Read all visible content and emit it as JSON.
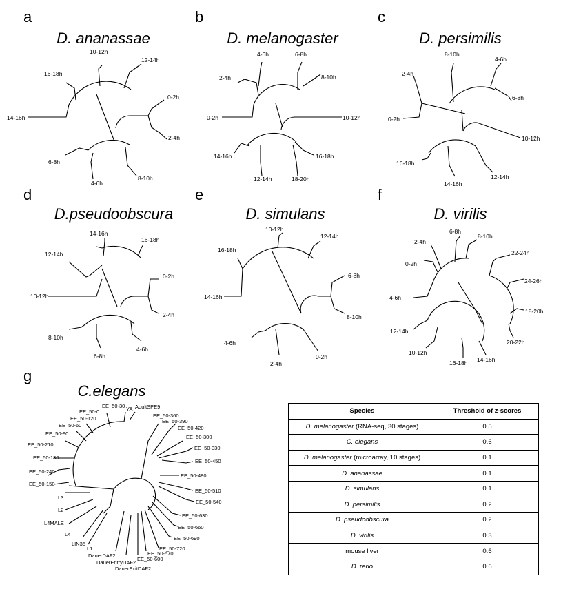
{
  "panels": {
    "a": {
      "letter": "a",
      "title": "D. ananassae"
    },
    "b": {
      "letter": "b",
      "title": "D. melanogaster"
    },
    "c": {
      "letter": "c",
      "title": "D. persimilis"
    },
    "d": {
      "letter": "d",
      "title": "D.pseudoobscura"
    },
    "e": {
      "letter": "e",
      "title": "D. simulans"
    },
    "f": {
      "letter": "f",
      "title": "D. virilis"
    },
    "g": {
      "letter": "g",
      "title": "C.elegans"
    }
  },
  "leaves": {
    "a": [
      "10-12h",
      "12-14h",
      "16-18h",
      "14-16h",
      "0-2h",
      "2-4h",
      "6-8h",
      "4-6h",
      "8-10h"
    ],
    "b": [
      "4-6h",
      "6-8h",
      "2-4h",
      "8-10h",
      "0-2h",
      "10-12h",
      "14-16h",
      "16-18h",
      "12-14h",
      "18-20h"
    ],
    "c": [
      "8-10h",
      "2-4h",
      "4-6h",
      "6-8h",
      "0-2h",
      "10-12h",
      "16-18h",
      "12-14h",
      "14-16h"
    ],
    "d": [
      "14-16h",
      "16-18h",
      "12-14h",
      "10-12h",
      "0-2h",
      "2-4h",
      "8-10h",
      "6-8h",
      "4-6h"
    ],
    "e": [
      "10-12h",
      "12-14h",
      "16-18h",
      "14-16h",
      "6-8h",
      "8-10h",
      "4-6h",
      "2-4h",
      "0-2h"
    ],
    "f": [
      "6-8h",
      "8-10h",
      "2-4h",
      "22-24h",
      "0-2h",
      "24-26h",
      "4-6h",
      "18-20h",
      "12-14h",
      "20-22h",
      "10-12h",
      "16-18h",
      "14-16h"
    ],
    "g": [
      "EE_50-30",
      "YA",
      "AdultSPE9",
      "EE_50-0",
      "EE_50-120",
      "EE_50-360",
      "EE_50-60",
      "EE_50-390",
      "EE_50-90",
      "EE_50-420",
      "EE_50-300",
      "EE_50-210",
      "EE_50-330",
      "EE_50-180",
      "EE_50-450",
      "EE_50-240",
      "EE_50-150",
      "EE_50-480",
      "L3",
      "EE_50-510",
      "L2",
      "EE_50-540",
      "L4MALE",
      "EE_50-630",
      "L4",
      "EE_50-660",
      "LIN35",
      "EE_50-690",
      "L1",
      "EE_50-720",
      "DauerDAF2",
      "EE_50-570",
      "DauerEntryDAF2",
      "EE_50-600",
      "DauerExitDAF2"
    ]
  },
  "table": {
    "headers": [
      "Species",
      "Threshold of z-scores"
    ],
    "rows": [
      {
        "species_it": "D. melanogaster",
        "species_rest": " (RNA-seq, 30 stages)",
        "value": "0.5"
      },
      {
        "species_it": "C. elegans",
        "species_rest": "",
        "value": "0.6"
      },
      {
        "species_it": "D. melanogaster",
        "species_rest": " (microarray, 10 stages)",
        "value": "0.1"
      },
      {
        "species_it": "D. ananassae",
        "species_rest": "",
        "value": "0.1"
      },
      {
        "species_it": "D. simulans",
        "species_rest": "",
        "value": "0.1"
      },
      {
        "species_it": "D. persimilis",
        "species_rest": "",
        "value": "0.2"
      },
      {
        "species_it": "D. pseudoobscura",
        "species_rest": "",
        "value": "0.2"
      },
      {
        "species_it": "D. virilis",
        "species_rest": "",
        "value": "0.3"
      },
      {
        "species_it": "",
        "species_rest": "mouse liver",
        "value": "0.6"
      },
      {
        "species_it": "D. rerio",
        "species_rest": "",
        "value": "0.6"
      }
    ]
  }
}
